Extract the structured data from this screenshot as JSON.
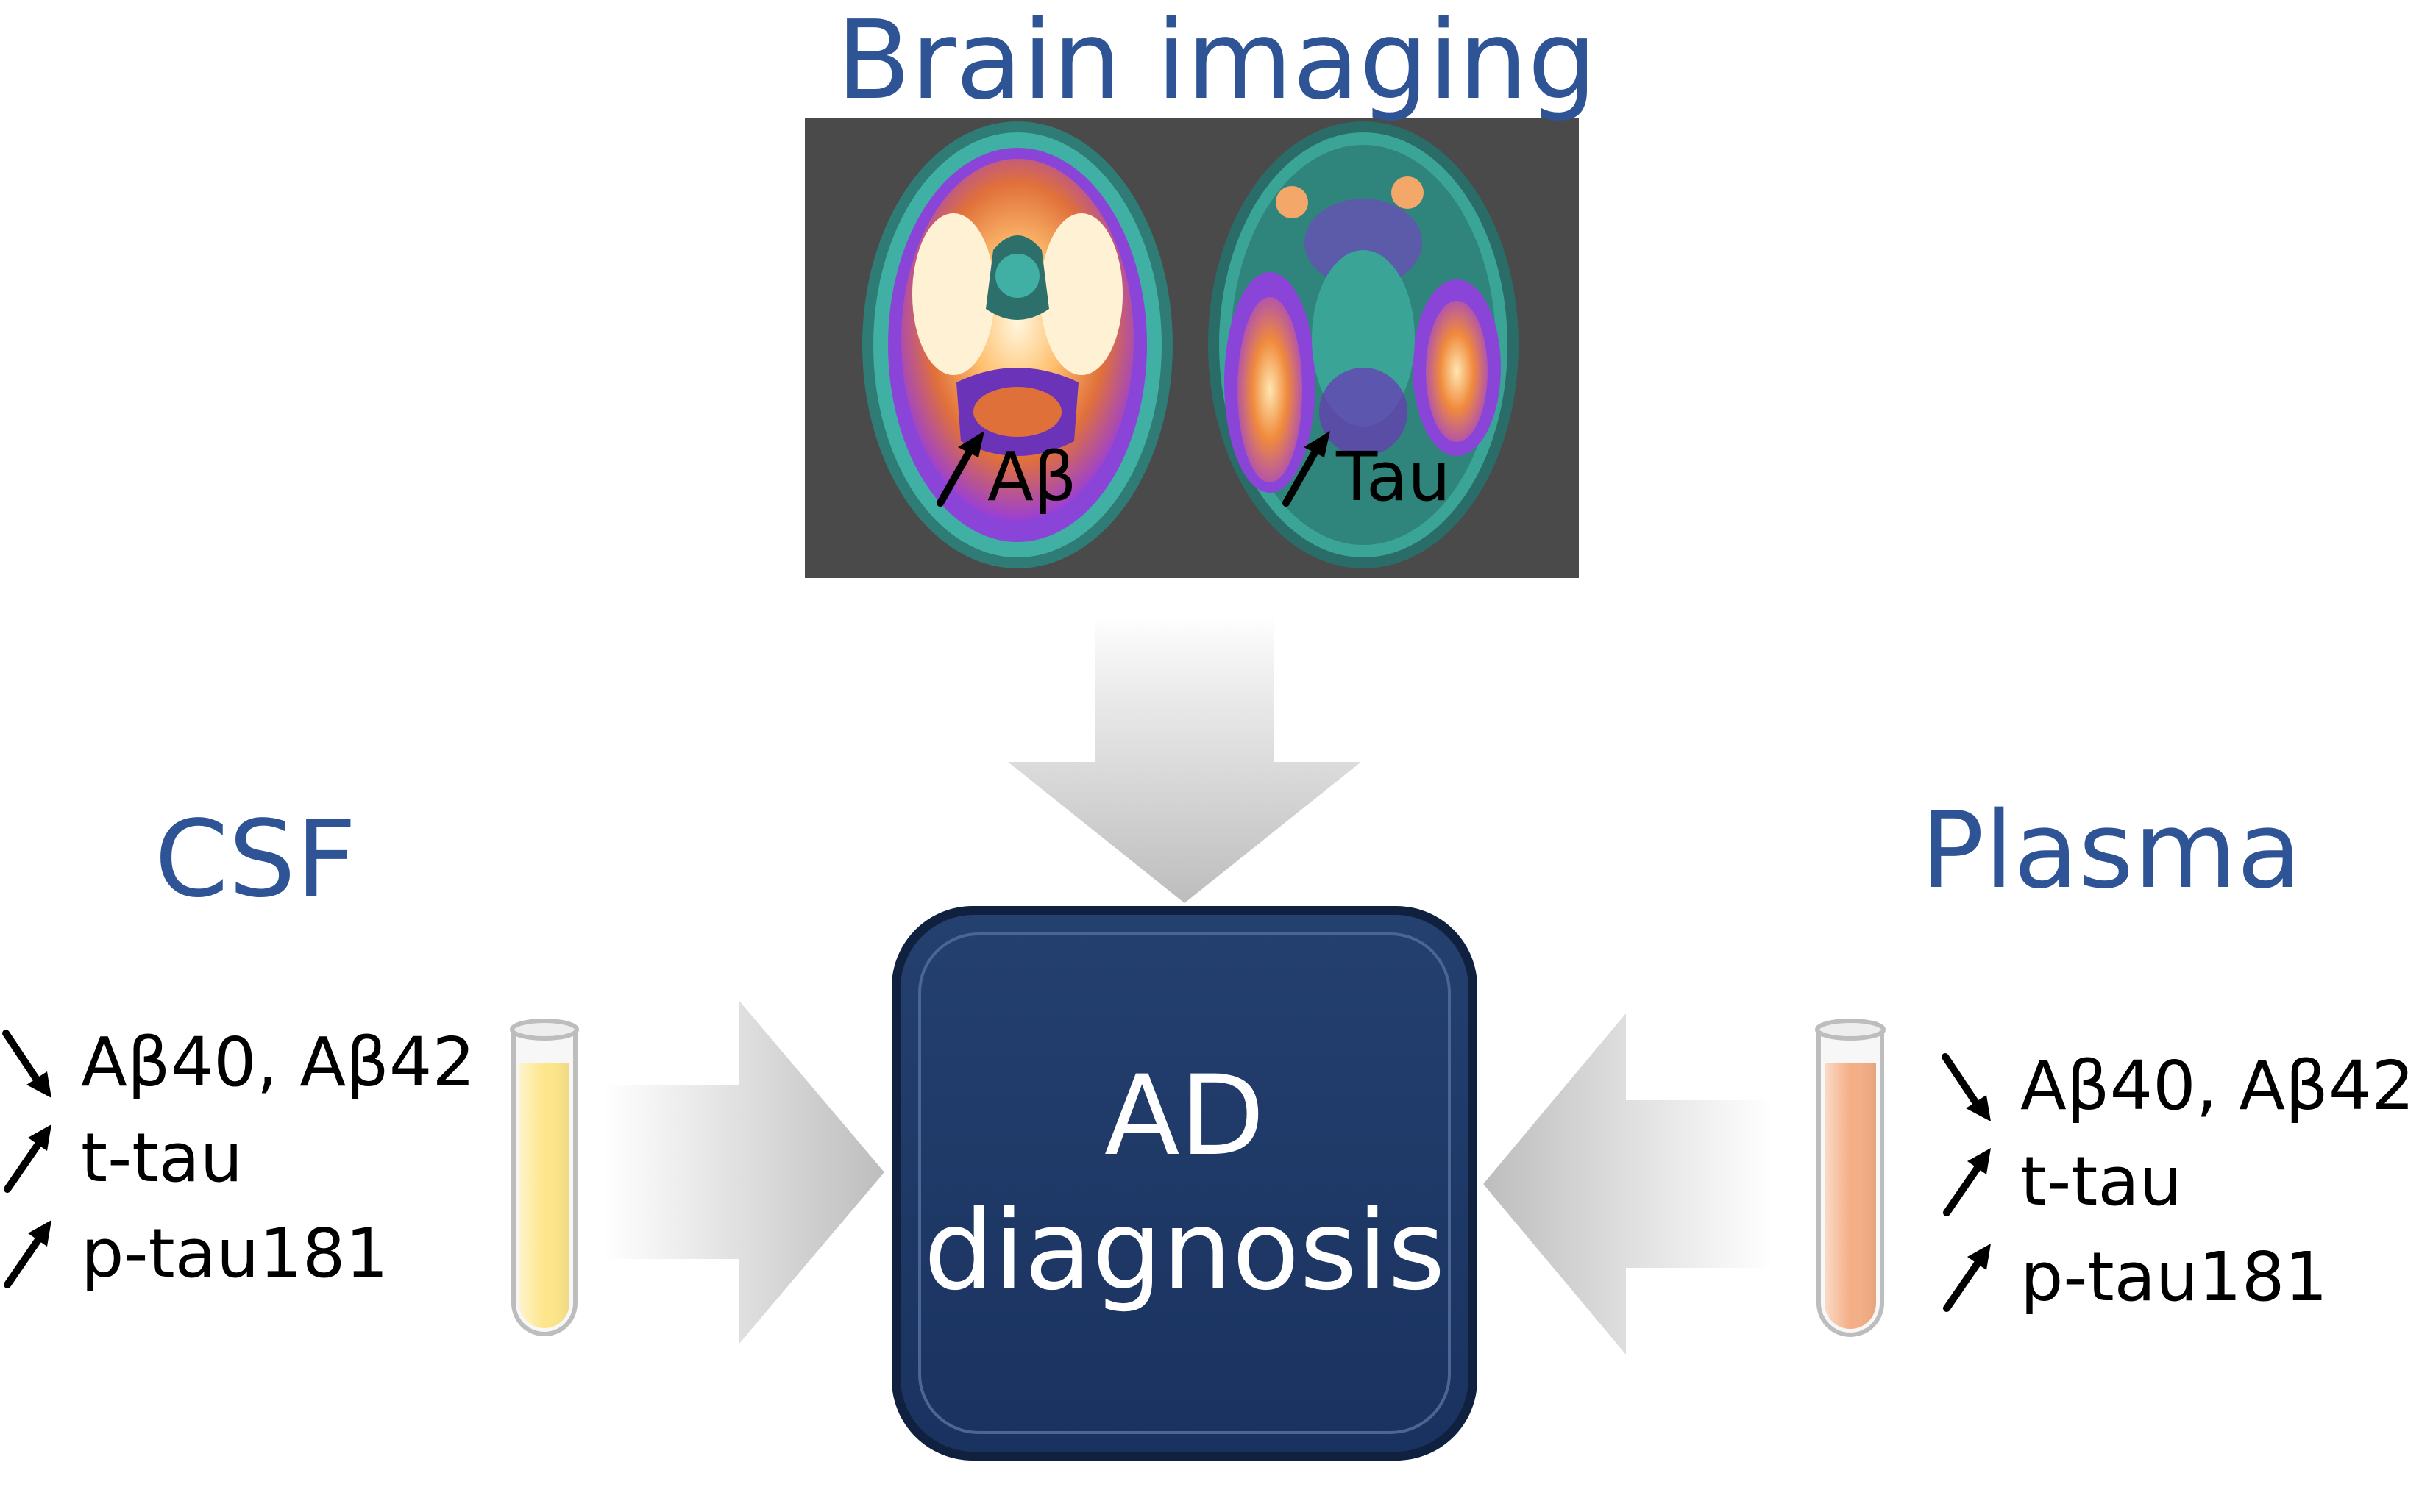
{
  "brain_imaging": {
    "title": "Brain imaging",
    "scans": [
      {
        "label": "Aβ",
        "arrow": "up"
      },
      {
        "label": "Tau",
        "arrow": "up"
      }
    ]
  },
  "csf": {
    "title": "CSF",
    "tube_color": "#fde68a",
    "markers": [
      {
        "arrow": "down",
        "label": "Aβ40, Aβ42"
      },
      {
        "arrow": "up",
        "label": "t-tau"
      },
      {
        "arrow": "up",
        "label": "p-tau181"
      }
    ]
  },
  "plasma": {
    "title": "Plasma",
    "tube_color": "#f4ae85",
    "markers": [
      {
        "arrow": "down",
        "label": "Aβ40, Aβ42"
      },
      {
        "arrow": "up",
        "label": "t-tau"
      },
      {
        "arrow": "up",
        "label": "p-tau181"
      }
    ]
  },
  "diagnosis": {
    "lines": [
      "AD",
      "diagnosis"
    ],
    "box_color": "#1f3864"
  },
  "colors": {
    "heading": "#2e5496",
    "pet_background": "#4a4a4a",
    "arrow_gray": "#c8c8c8"
  }
}
